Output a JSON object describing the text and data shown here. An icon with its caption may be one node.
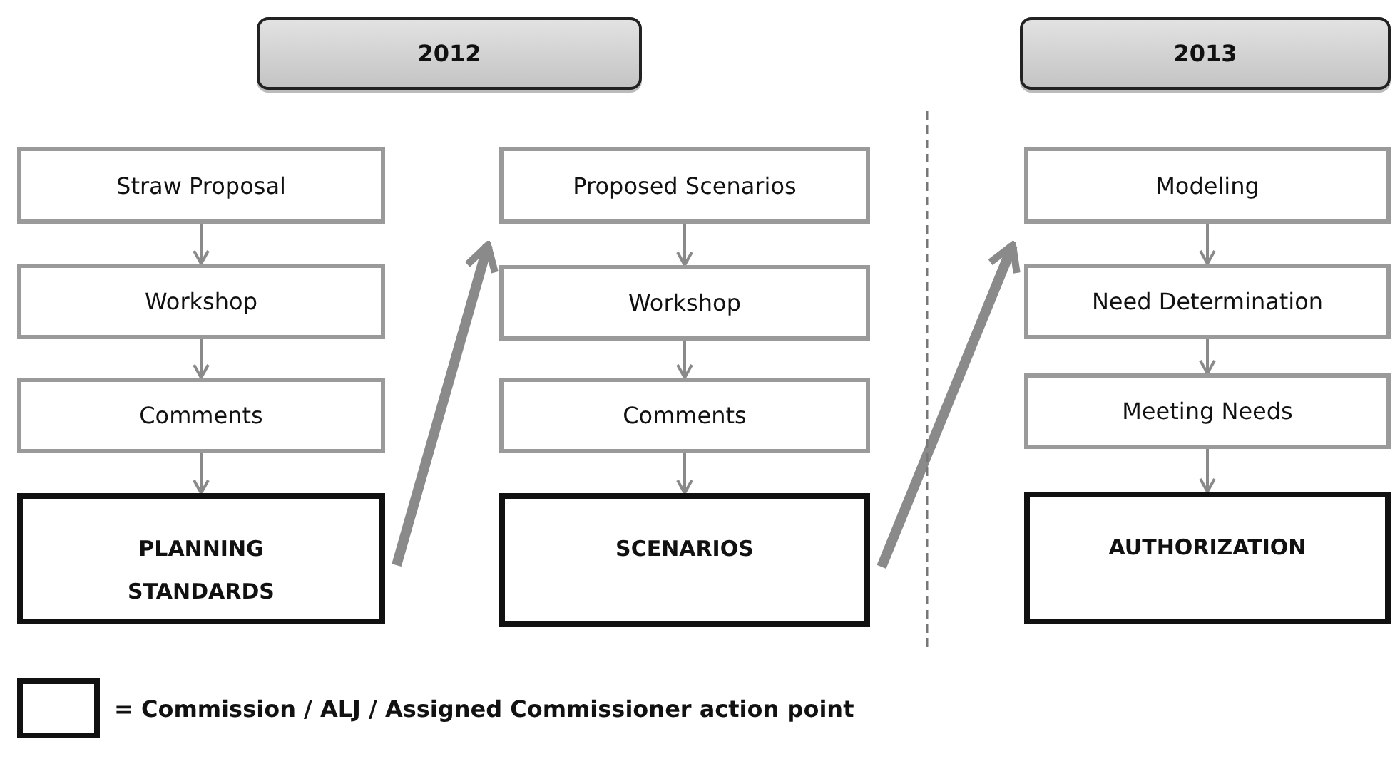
{
  "diagram": {
    "nodes": [
      {
        "text": [
          "2012"
        ]
      },
      {
        "text": [
          "2013"
        ]
      },
      {
        "text": [
          "Straw Proposal"
        ]
      },
      {
        "text": [
          "Workshop"
        ]
      },
      {
        "text": [
          "Comments"
        ]
      },
      {
        "text": [
          "PLANNING STANDARDS"
        ]
      },
      {
        "text": [
          "Proposed Scenarios"
        ]
      },
      {
        "text": [
          "Workshop"
        ]
      },
      {
        "text": [
          "Comments"
        ]
      },
      {
        "text": [
          "SCENARIOS"
        ]
      },
      {
        "text": [
          "Modeling"
        ]
      },
      {
        "text": [
          "Need Determination"
        ]
      },
      {
        "text": [
          "Meeting Needs"
        ]
      },
      {
        "text": [
          "AUTHORIZATION"
        ]
      }
    ],
    "edges": [
      {
        "from": 2,
        "to": 3,
        "arrow": "to"
      },
      {
        "from": 3,
        "to": 4,
        "arrow": "to"
      },
      {
        "from": 4,
        "to": 5,
        "arrow": "to"
      },
      {
        "from": 5,
        "to": 6,
        "arrow": "to",
        "style": "thick"
      },
      {
        "from": 6,
        "to": 7,
        "arrow": "to"
      },
      {
        "from": 7,
        "to": 8,
        "arrow": "to"
      },
      {
        "from": 8,
        "to": 9,
        "arrow": "to"
      },
      {
        "from": 9,
        "to": 10,
        "arrow": "to",
        "style": "thick"
      },
      {
        "from": 10,
        "to": 11,
        "arrow": "to"
      },
      {
        "from": 11,
        "to": 12,
        "arrow": "to"
      },
      {
        "from": 12,
        "to": 13,
        "arrow": "to"
      }
    ],
    "legend": [
      {
        "text": "= Commission / ALJ / Assigned Commissioner action point"
      }
    ]
  }
}
